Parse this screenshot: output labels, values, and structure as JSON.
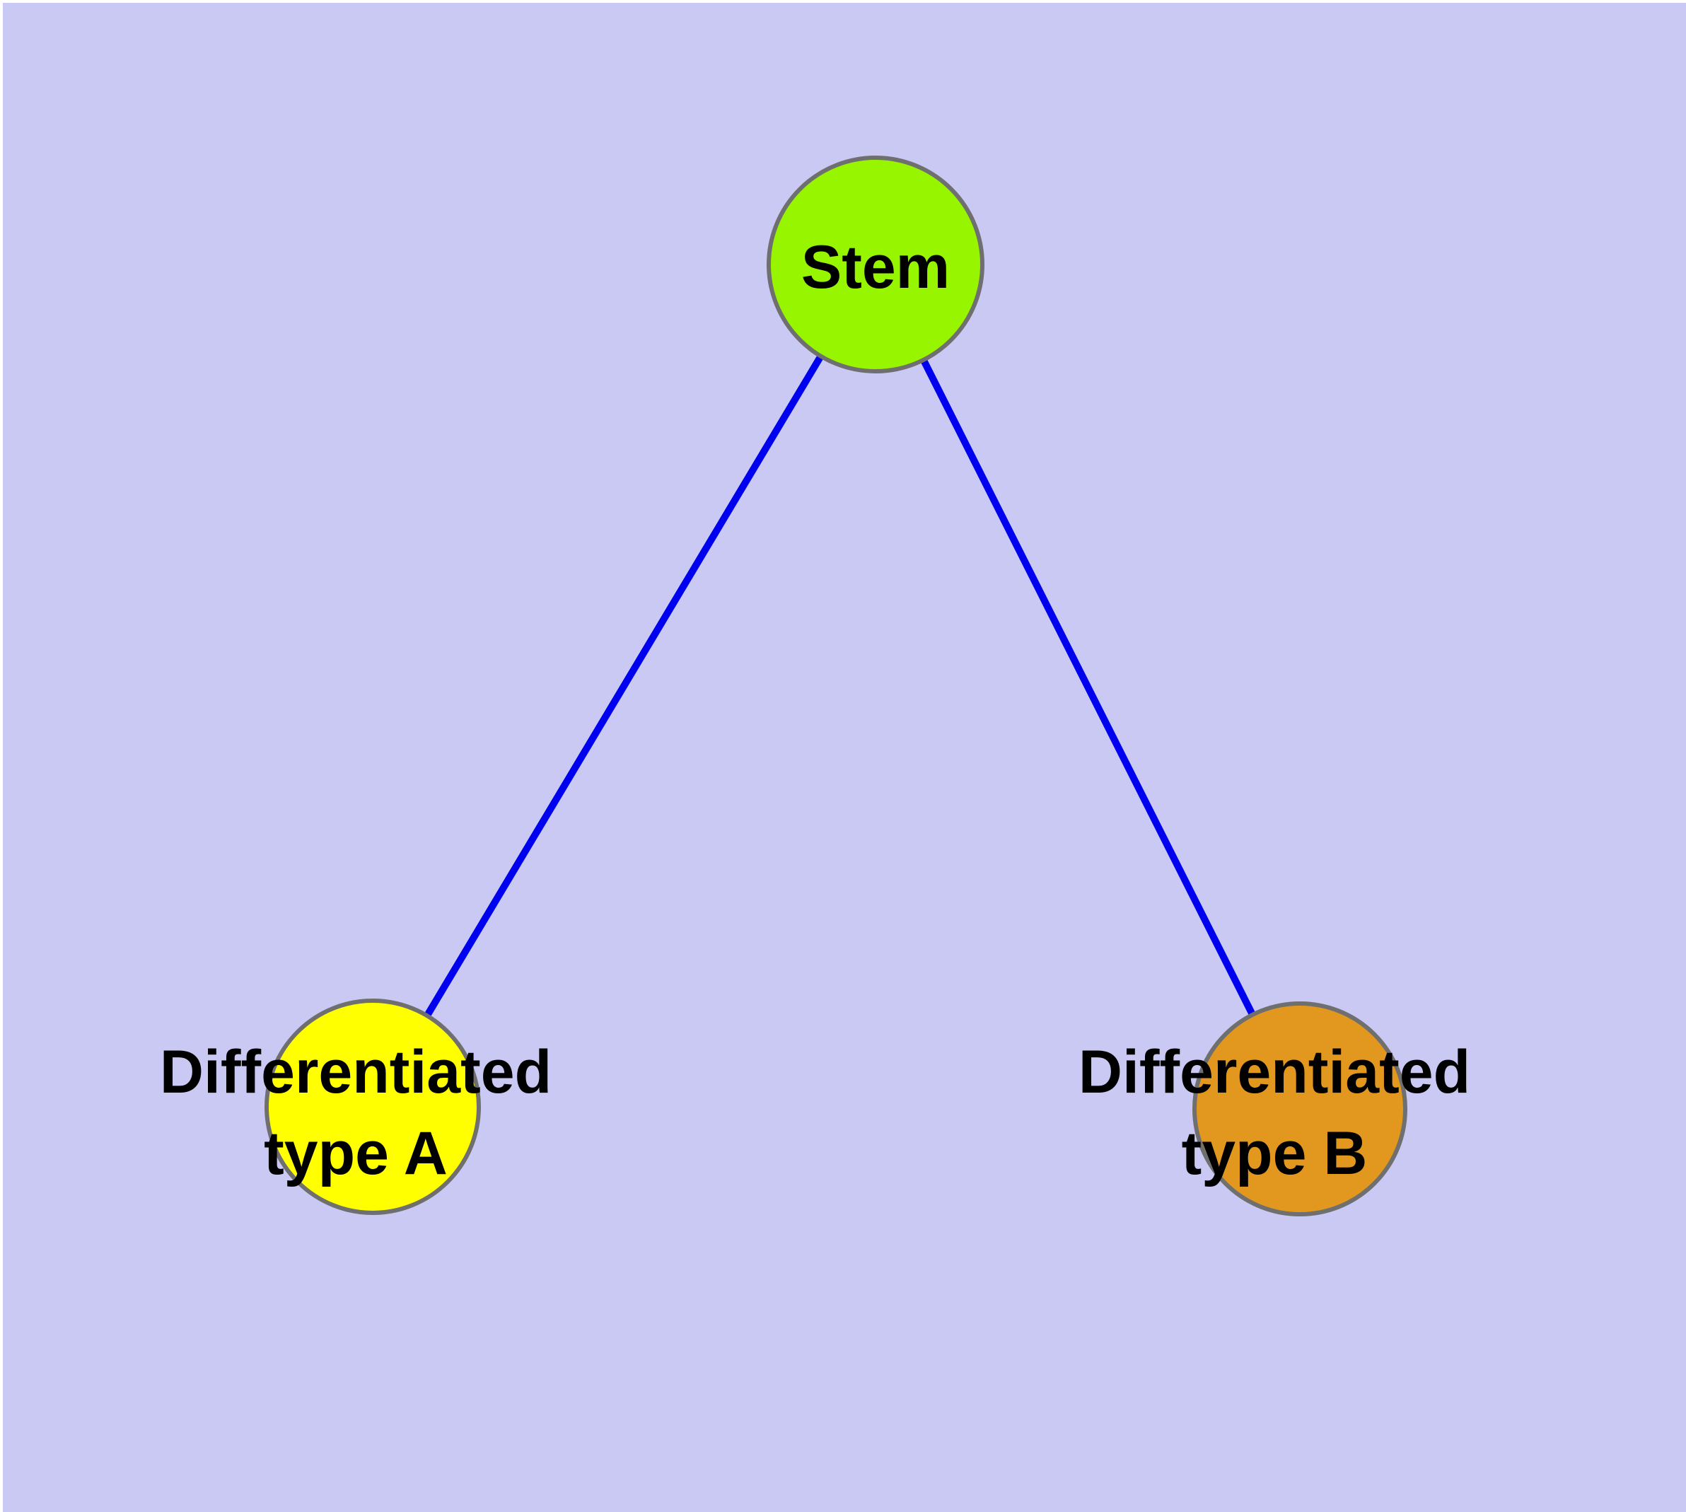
{
  "diagram": {
    "background_color": "#C9C9F3",
    "frame_color": "#FFFFFF",
    "edge_color": "#0000F0",
    "node_border_color": "#6F6F6F",
    "label_color": "#000000",
    "nodes": [
      {
        "id": "stem",
        "label": "Stem",
        "fill": "#98F500"
      },
      {
        "id": "differentiated-type-a",
        "label_line1": "Differentiated",
        "label_line2": "type A",
        "fill": "#FFFF00"
      },
      {
        "id": "differentiated-type-b",
        "label_line1": "Differentiated",
        "label_line2": "type B",
        "fill": "#E2981F"
      }
    ],
    "edges": [
      {
        "source": "Stem",
        "target": "Differentiated type A"
      },
      {
        "source": "Stem",
        "target": "Differentiated type B"
      }
    ]
  }
}
